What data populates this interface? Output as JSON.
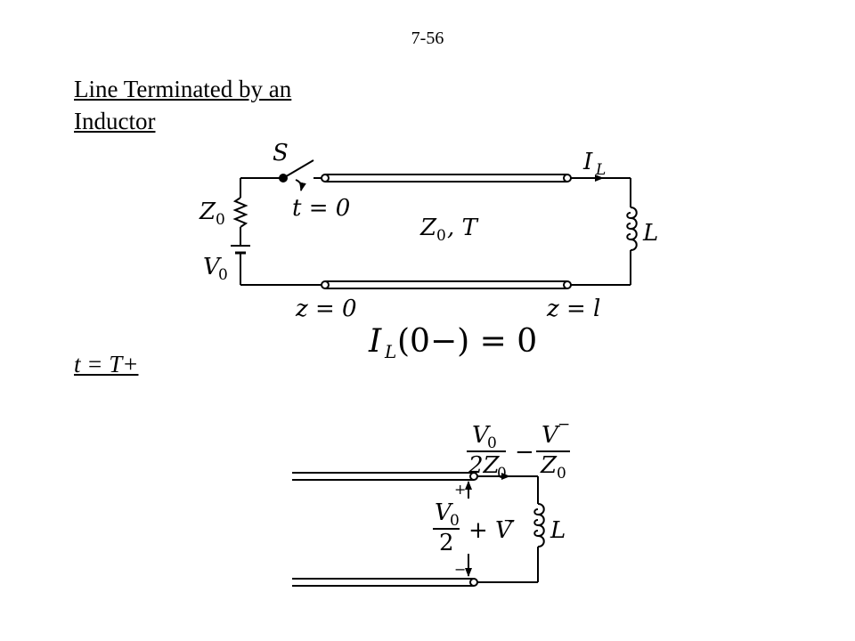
{
  "page_number": "7-56",
  "title_line_1": "Line Terminated by an",
  "title_line_2": "Inductor",
  "section_label": "t = T+",
  "circuit1": {
    "switch_label": "S",
    "switch_time": "t = 0",
    "current_label": "I",
    "current_sub": "L",
    "source_impedance": "Z",
    "source_impedance_sub": "0",
    "source_voltage": "V",
    "source_voltage_sub": "0",
    "line_params": "Z",
    "line_params_sub": "0",
    "line_params_rest": ", T",
    "inductor_label": "L",
    "z_start": "z = 0",
    "z_end": "z = l"
  },
  "initial_condition": {
    "symbol": "I",
    "sub": "L",
    "argument": "(0−) = 0"
  },
  "circuit2": {
    "current_term1_num": "V",
    "current_term1_num_sub": "0",
    "current_term1_den": "2Z",
    "current_term1_den_sub": "0",
    "minus": "−",
    "current_term2_num": "V",
    "current_term2_num_sup": "−",
    "current_term2_den": "Z",
    "current_term2_den_sub": "0",
    "plus_sign": "+",
    "minus_sign": "−",
    "voltage_num": "V",
    "voltage_num_sub": "0",
    "voltage_den": "2",
    "voltage_rest": "+ V",
    "voltage_rest_sup": "−",
    "inductor_label": "L"
  }
}
